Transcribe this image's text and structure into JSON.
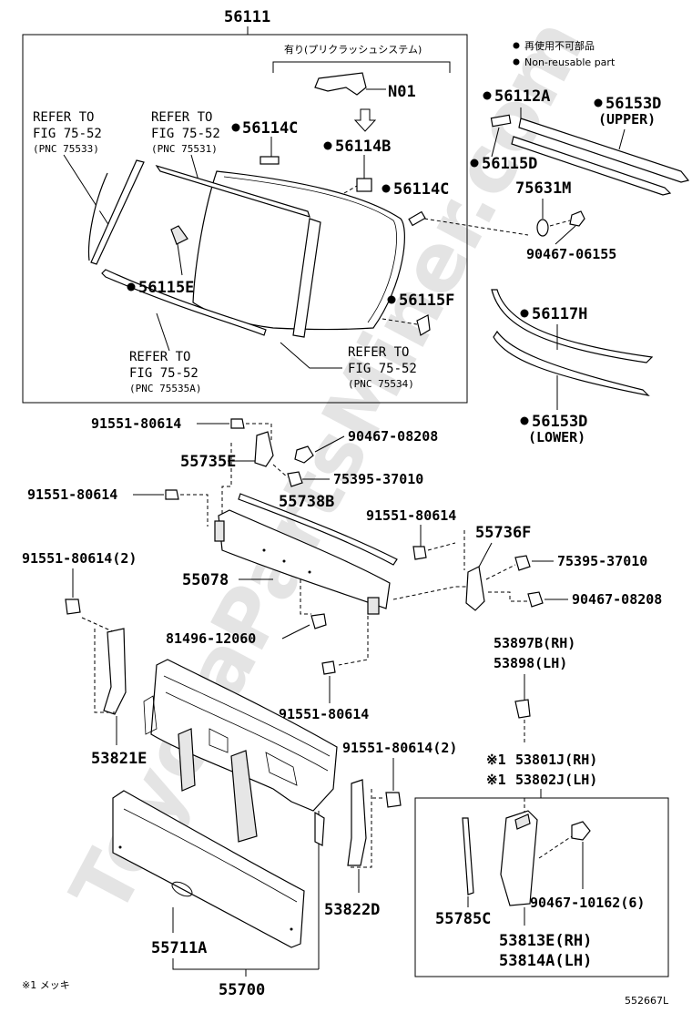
{
  "header": {
    "assembly_number": "56111"
  },
  "legend": {
    "bullet_text": "再使用不可部品",
    "bullet_subtext": "Non-reusable part"
  },
  "callouts": {
    "precrash": "有り(プリクラッシュシステム)",
    "n01": "N01",
    "p56114c_a": "56114C",
    "p56114b": "56114B",
    "p56114c_b": "56114C",
    "p56115e": "56115E",
    "p56115f": "56115F",
    "p56112a": "56112A",
    "p56153d_upper": "56153D",
    "upper": "(UPPER)",
    "p56115d": "56115D",
    "p75631m": "75631M",
    "p90467_06155": "90467-06155",
    "p56117h": "56117H",
    "p56153d_lower": "56153D",
    "lower": "(LOWER)"
  },
  "references": [
    {
      "line1": "REFER TO",
      "line2": "FIG 75-52",
      "line3": "(PNC 75533)"
    },
    {
      "line1": "REFER TO",
      "line2": "FIG 75-52",
      "line3": "(PNC 75531)"
    },
    {
      "line1": "REFER TO",
      "line2": "FIG 75-52",
      "line3": "(PNC 75535A)"
    },
    {
      "line1": "REFER TO",
      "line2": "FIG 75-52",
      "line3": "(PNC 75534)"
    }
  ],
  "cowl_parts": {
    "p91551_80614_a": "91551-80614",
    "p90467_08208_a": "90467-08208",
    "p55735e": "55735E",
    "p75395_37010_a": "75395-37010",
    "p91551_80614_b": "91551-80614",
    "p55738b": "55738B",
    "p91551_80614_c": "91551-80614",
    "p55736f": "55736F",
    "p91551_80614_2a": "91551-80614(2)",
    "p75395_37010_b": "75395-37010",
    "p55078": "55078",
    "p90467_08208_b": "90467-08208",
    "p81496_12060": "81496-12060",
    "p53897b": "53897B(RH)",
    "p53898": "53898(LH)",
    "p91551_80614_d": "91551-80614",
    "p53821e": "53821E",
    "p91551_80614_2b": "91551-80614(2)",
    "mark_a": "※1",
    "p53801j": "53801J(RH)",
    "mark_b": "※1",
    "p53802j": "53802J(LH)",
    "p53822d": "53822D",
    "p55785c": "55785C",
    "p90467_10162": "90467-10162(6)",
    "p55711a": "55711A",
    "p53813e": "53813E(RH)",
    "p53814a": "53814A(LH)",
    "p55700": "55700"
  },
  "footer": {
    "note": "※1 メッキ",
    "illustration_number": "552667L"
  },
  "watermark": "ToyotaPartsMiner.com"
}
